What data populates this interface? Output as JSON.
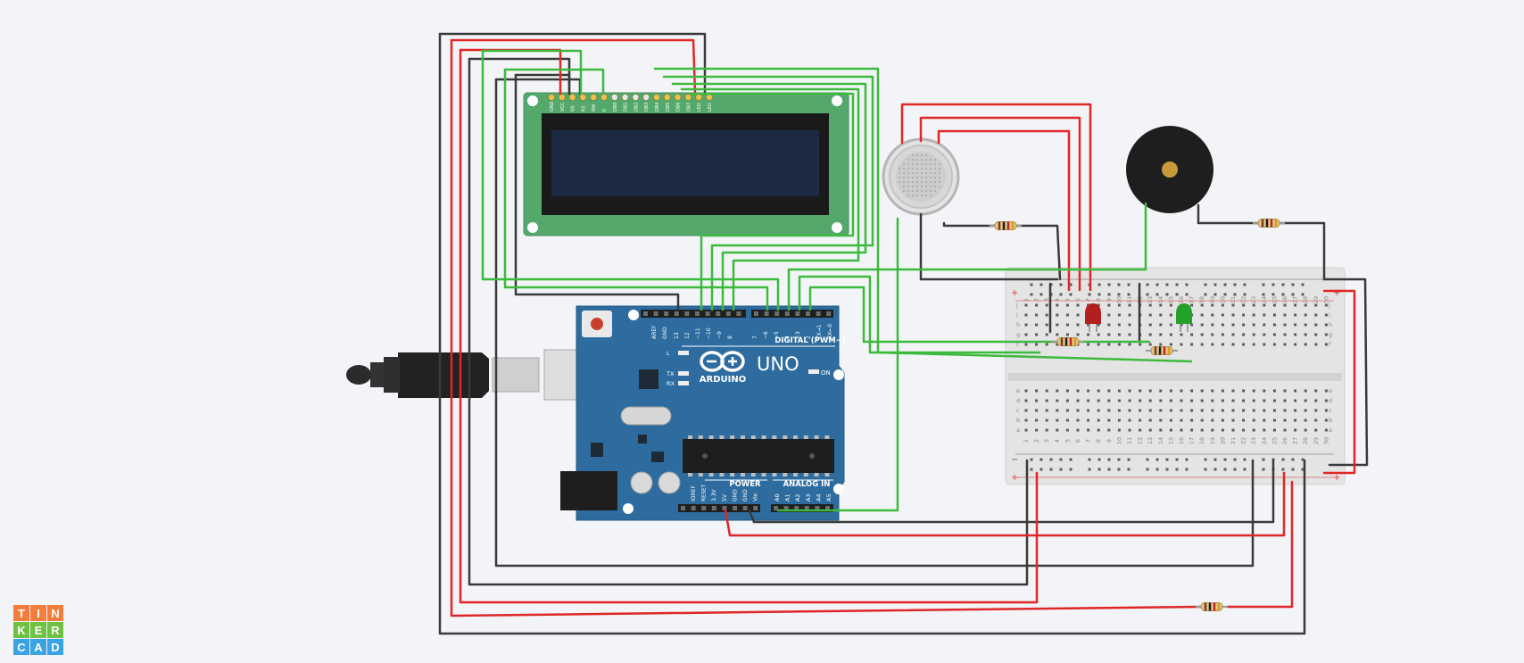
{
  "app": {
    "name": "Tinkercad",
    "logo_letters": [
      "T",
      "I",
      "N",
      "K",
      "E",
      "R",
      "C",
      "A",
      "D"
    ]
  },
  "colors": {
    "background": "#f2f4f7",
    "wire_red": "#e02626",
    "wire_black": "#3a3a3a",
    "wire_green": "#3dba3d",
    "arduino_blue": "#2e6c9f",
    "lcd_green": "#54a86b",
    "lcd_screen": "#1c2a44",
    "breadboard": "#e4e4e4",
    "led_red": "#b31e1e",
    "led_green": "#22a02a",
    "logo_orange": "#f37e3c",
    "logo_green": "#6fc142",
    "logo_blue": "#3aa3e3"
  },
  "components": {
    "lcd": {
      "name": "LCD 16x2",
      "pin_labels": [
        "GND",
        "VCC",
        "V0",
        "RS",
        "RW",
        "E",
        "DB0",
        "DB1",
        "DB2",
        "DB3",
        "DB4",
        "DB5",
        "DB6",
        "DB7",
        "LED",
        "LED"
      ]
    },
    "arduino": {
      "brand": "ARDUINO",
      "model": "UNO",
      "digital_header_label": "DIGITAL (PWM~)",
      "power_label": "POWER",
      "analog_label": "ANALOG IN",
      "on_label": "ON",
      "led_labels": [
        "L",
        "TX",
        "RX"
      ],
      "digital_pins": [
        "AREF",
        "GND",
        "13",
        "12",
        "~11",
        "~10",
        "~9",
        "8",
        "7",
        "~6",
        "~5",
        "4",
        "~3",
        "2",
        "TX→1",
        "RX←0"
      ],
      "power_pins": [
        "IOREF",
        "RESET",
        "3.3V",
        "5V",
        "GND",
        "GND",
        "Vin"
      ],
      "analog_pins": [
        "A0",
        "A1",
        "A2",
        "A3",
        "A4",
        "A5"
      ]
    },
    "gas_sensor": {
      "name": "gas-sensor"
    },
    "buzzer": {
      "name": "piezo-buzzer"
    },
    "breadboard": {
      "row_letters_top": [
        "j",
        "i",
        "h",
        "g",
        "f"
      ],
      "row_letters_bottom": [
        "e",
        "d",
        "c",
        "b",
        "a"
      ],
      "column_numbers": [
        "1",
        "2",
        "3",
        "4",
        "5",
        "6",
        "7",
        "8",
        "9",
        "10",
        "11",
        "12",
        "13",
        "14",
        "15",
        "16",
        "17",
        "18",
        "19",
        "20",
        "21",
        "22",
        "23",
        "24",
        "25",
        "26",
        "27",
        "28",
        "29",
        "30"
      ],
      "rail_plus": "+",
      "rail_minus": "−"
    }
  }
}
